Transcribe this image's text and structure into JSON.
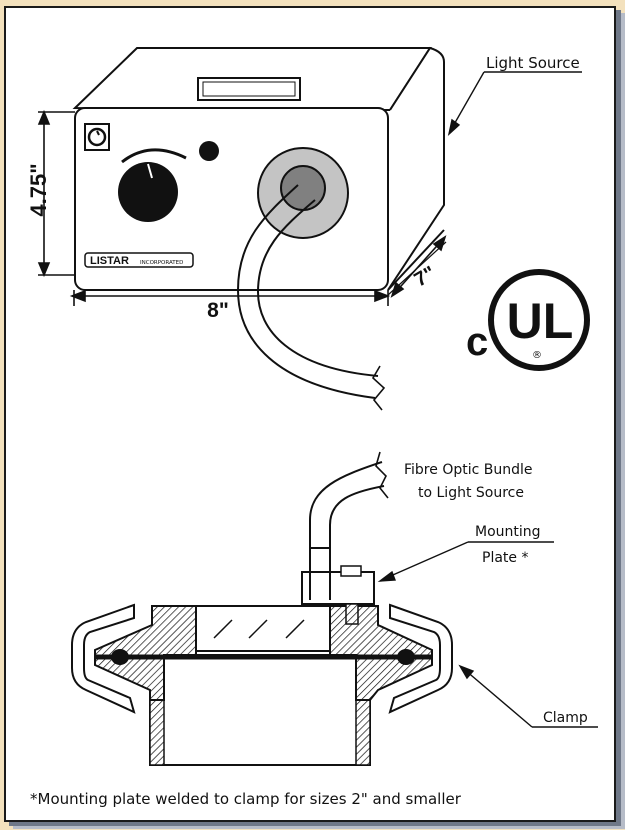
{
  "labels": {
    "light_source": "Light Source",
    "height_dim": "4.75\"",
    "width_dim": "8\"",
    "depth_dim": "7\"",
    "brand": "LISTAR",
    "brand_sub": "INCORPORATED",
    "fibre_line1": "Fibre Optic Bundle",
    "fibre_line2": "to Light Source",
    "mounting_line1": "Mounting",
    "mounting_line2": "Plate *",
    "clamp": "Clamp",
    "footnote": "*Mounting plate welded to clamp for sizes 2\" and smaller"
  },
  "cert_mark": {
    "prefix": "c",
    "mark": "UL",
    "registered": "®"
  },
  "colors": {
    "background": "#f3e1bd",
    "frame_shadow": "#6f7888",
    "port_outer": "#c4c4c4",
    "port_inner": "#808080",
    "ink": "#111111"
  }
}
